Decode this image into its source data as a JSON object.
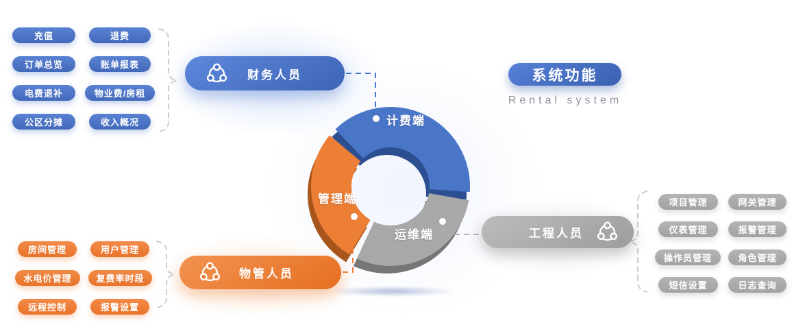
{
  "title": {
    "text": "系统功能",
    "subtitle": "Rental system"
  },
  "colors": {
    "blue": "#4a74c8",
    "orange": "#ed7d35",
    "gray": "#a9a9a9",
    "blue_dark": "#2c4f92",
    "orange_dark": "#a8551c",
    "gray_dark": "#767676",
    "bracket": "#cdcdcd",
    "subtitle_text": "#8e939d"
  },
  "roles": {
    "finance": {
      "label": "财务人员"
    },
    "property": {
      "label": "物管人员"
    },
    "engineer": {
      "label": "工程人员"
    }
  },
  "groups": {
    "finance": {
      "items": [
        "充值",
        "退费",
        "订单总览",
        "账单报表",
        "电费退补",
        "物业费/房租",
        "公区分摊",
        "收入概况"
      ]
    },
    "property": {
      "items": [
        "房间管理",
        "用户管理",
        "水电价管理",
        "复费率时段",
        "远程控制",
        "报警设置"
      ]
    },
    "engineer": {
      "items": [
        "项目管理",
        "网关管理",
        "仪表管理",
        "报警管理",
        "操作员管理",
        "角色管理",
        "短信设置",
        "日志查询"
      ]
    }
  },
  "chart_data": {
    "type": "pie",
    "variant": "3d-donut",
    "legend": false,
    "segments": [
      {
        "label": "计费端",
        "sweep_deg": 138,
        "share_pct": 40,
        "color": "#4a76c8",
        "dark": "#2c4f92",
        "start": 134,
        "end": -4
      },
      {
        "label": "管理端",
        "sweep_deg": 99,
        "share_pct": 29,
        "color": "#ec7e35",
        "dark": "#a8551c",
        "start": -121,
        "end": -220
      },
      {
        "label": "运维端",
        "sweep_deg": 105,
        "share_pct": 31,
        "color": "#a8a8a8",
        "dark": "#767676",
        "start": -10,
        "end": -115
      }
    ]
  }
}
